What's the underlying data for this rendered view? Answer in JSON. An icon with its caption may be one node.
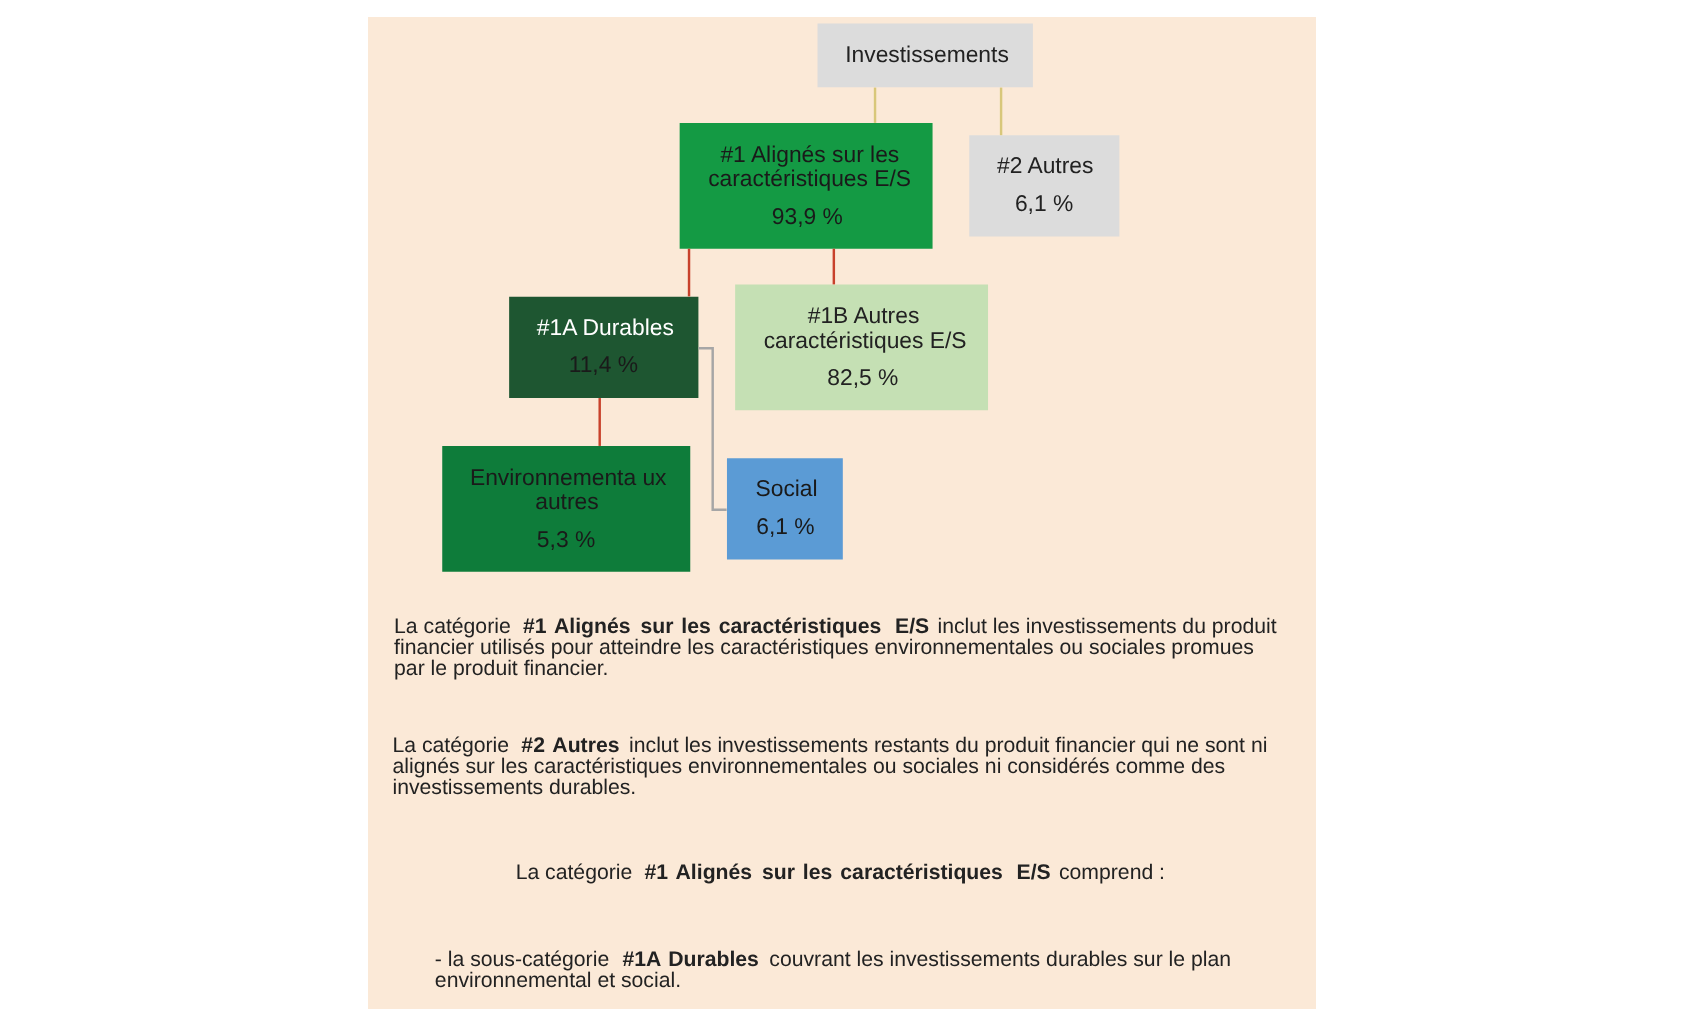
{
  "diagram": {
    "nodes": [
      {
        "text": [
          "Investissements"
        ]
      },
      {
        "text": [
          "#1 Alignés sur les caractéristiques E/S",
          "93,9 %"
        ]
      },
      {
        "text": [
          "#2 Autres",
          "6,1 %"
        ]
      },
      {
        "text": [
          "#1A Durables",
          "11,4 %"
        ]
      },
      {
        "text": [
          "#1B Autres caractéristiques E/S",
          "82,5 %"
        ]
      },
      {
        "text": [
          "Environnementa ux autres",
          "5,3 %"
        ]
      },
      {
        "text": [
          "Social",
          "6,1 %"
        ]
      }
    ],
    "edges": [
      {
        "from": 0,
        "to": 1,
        "arrow": "none",
        "color": "#d8c77a"
      },
      {
        "from": 0,
        "to": 2,
        "arrow": "none",
        "color": "#d8c77a"
      },
      {
        "from": 1,
        "to": 3,
        "arrow": "none",
        "color": "#c8412b"
      },
      {
        "from": 1,
        "to": 4,
        "arrow": "none",
        "color": "#c8412b"
      },
      {
        "from": 3,
        "to": 5,
        "arrow": "none",
        "color": "#c8412b"
      },
      {
        "from": 3,
        "to": 6,
        "arrow": "none",
        "color": "#a6a6a6"
      }
    ],
    "labels": [
      "La catégorie **#1 Alignés sur les caractéristiques E/S** inclut les investissements du produit financier utilisés pour atteindre les caractéristiques environnementales ou sociales promues par le produit financier.",
      "La catégorie **#2 Autres** inclut les investissements restants du produit financier qui ne sont ni alignés sur les caractéristiques environnementales ou sociales ni considérés comme des investissements durables.",
      "La catégorie **#1 Alignés sur les caractéristiques E/S** comprend :",
      "- la sous-catégorie **#1A Durables** couvrant les investissements durables sur le plan environnemental et social."
    ]
  }
}
